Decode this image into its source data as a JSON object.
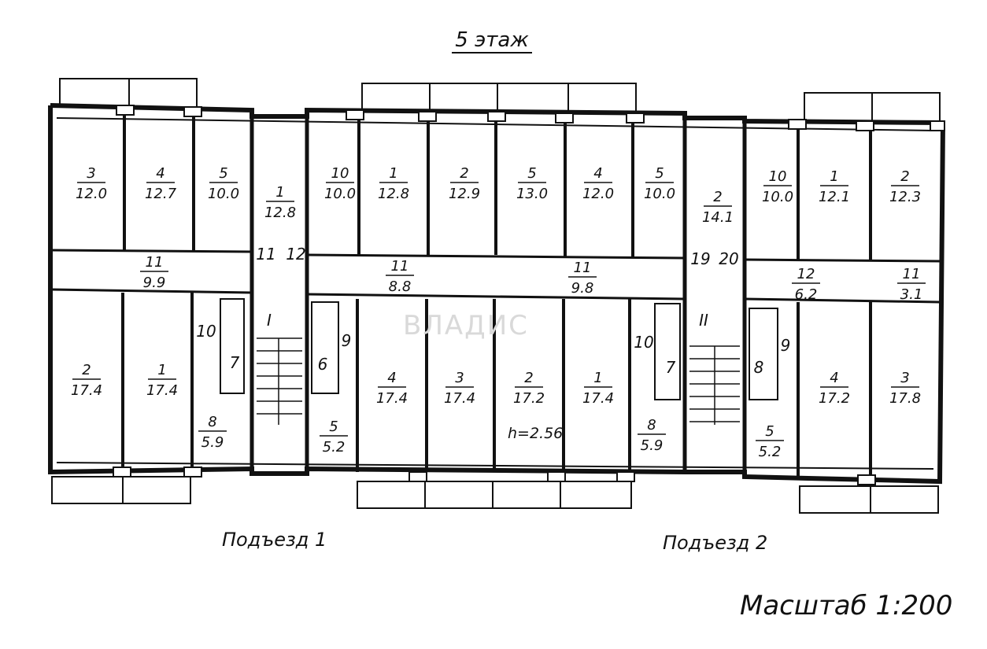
{
  "floor_title": "5 этаж",
  "entrance_1": "Подъезд 1",
  "entrance_2": "Подъезд 2",
  "scale": "Масштаб 1:200",
  "height_note": "h=2.56",
  "watermark": "ВЛАДИС",
  "rooms": [
    {
      "num": "3",
      "area": "12.0"
    },
    {
      "num": "4",
      "area": "12.7"
    },
    {
      "num": "5",
      "area": "10.0"
    },
    {
      "num": "1",
      "area": "12.8"
    },
    {
      "num": "10",
      "area": "10.0"
    },
    {
      "num": "1",
      "area": "12.8"
    },
    {
      "num": "2",
      "area": "12.9"
    },
    {
      "num": "5",
      "area": "13.0"
    },
    {
      "num": "4",
      "area": "12.0"
    },
    {
      "num": "5",
      "area": "10.0"
    },
    {
      "num": "2",
      "area": "14.1"
    },
    {
      "num": "10",
      "area": "10.0"
    },
    {
      "num": "1",
      "area": "12.1"
    },
    {
      "num": "2",
      "area": "12.3"
    },
    {
      "num": "11",
      "area": "9.9"
    },
    {
      "num": "11",
      "area": "8.8"
    },
    {
      "num": "11",
      "area": "9.8"
    },
    {
      "num": "12",
      "area": "6.2"
    },
    {
      "num": "11",
      "area": "3.1"
    },
    {
      "num": "2",
      "area": "17.4"
    },
    {
      "num": "1",
      "area": "17.4"
    },
    {
      "num": "8",
      "area": "5.9"
    },
    {
      "num": "5",
      "area": "5.2"
    },
    {
      "num": "4",
      "area": "17.4"
    },
    {
      "num": "3",
      "area": "17.4"
    },
    {
      "num": "2",
      "area": "17.2"
    },
    {
      "num": "1",
      "area": "17.4"
    },
    {
      "num": "8",
      "area": "5.9"
    },
    {
      "num": "5",
      "area": "5.2"
    },
    {
      "num": "4",
      "area": "17.2"
    },
    {
      "num": "3",
      "area": "17.8"
    }
  ],
  "labels": [
    "11",
    "12",
    "19",
    "20",
    "10",
    "9",
    "7",
    "6",
    "I",
    "II",
    "10",
    "9",
    "7",
    "8"
  ]
}
